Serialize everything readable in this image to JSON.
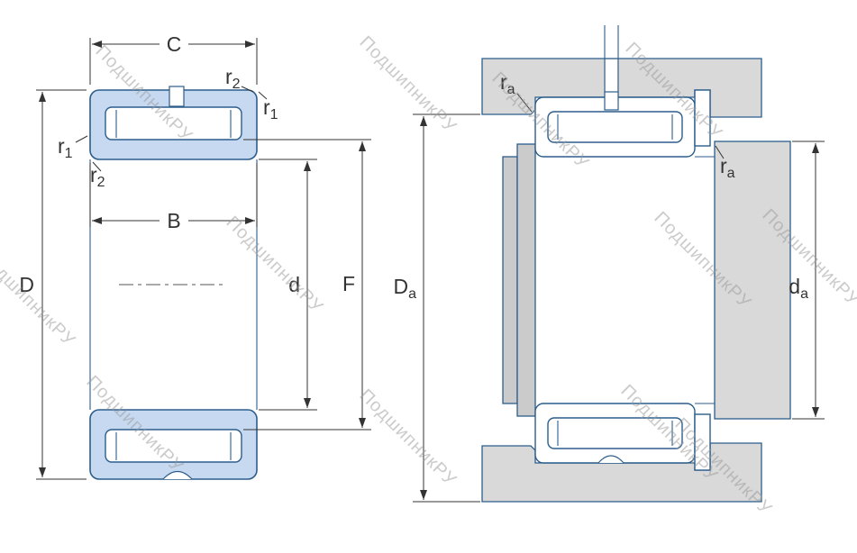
{
  "watermark": {
    "text": "ПодшипникРУ"
  },
  "dimensions": {
    "C": "C",
    "B": "B",
    "D": "D",
    "d": "d",
    "F": "F",
    "r1": {
      "base": "r",
      "sub": "1"
    },
    "r2": {
      "base": "r",
      "sub": "2"
    },
    "Da": {
      "base": "D",
      "sub": "a"
    },
    "da": {
      "base": "d",
      "sub": "a"
    },
    "ra": {
      "base": "r",
      "sub": "a"
    }
  },
  "colors": {
    "background": "#ffffff",
    "bearing_fill": "#c6d9f0",
    "outline_blue": "#2b5d8c",
    "dim_color": "#333333",
    "metal_fill": "#d9d9d9",
    "metal_fill_dark": "#cbcbcb",
    "watermark_color": "#999999"
  }
}
